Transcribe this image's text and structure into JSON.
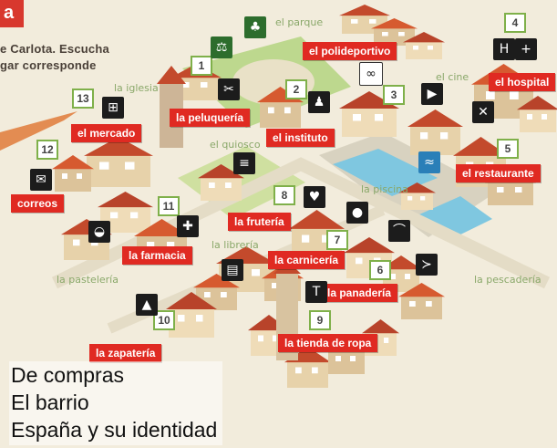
{
  "heading_letter": "a",
  "instructions": [
    "e Carlota. Escucha",
    "gar corresponde"
  ],
  "red_labels": [
    "el polideportivo",
    "el hospital",
    "la peluquería",
    "el instituto",
    "el mercado",
    "el restaurante",
    "correos",
    "la frutería",
    "la farmacia",
    "la carnicería",
    "la panadería",
    "la tienda de ropa",
    "la zapatería"
  ],
  "plain_labels": [
    "el parque",
    "la iglesia",
    "el cine",
    "el quiosco",
    "la piscina",
    "la librería",
    "la pastelería",
    "la pescadería"
  ],
  "numbers": [
    "1",
    "2",
    "3",
    "4",
    "5",
    "6",
    "7",
    "8",
    "9",
    "10",
    "11",
    "12",
    "13"
  ],
  "icons": [
    "seesaw-icon",
    "tree-icon",
    "olympic-rings-icon",
    "hospital-h-plus-icon",
    "scissors-icon",
    "walking-people-icon",
    "cinema-camera-icon",
    "cutlery-icon",
    "shopping-basket-icon",
    "envelope-icon",
    "book-icon",
    "swimmer-icon",
    "strawberry-icon",
    "meat-icon",
    "pharmacy-cross-icon",
    "cake-icon",
    "bread-icon",
    "fish-icon",
    "tshirt-icon",
    "shoe-icon",
    "newspaper-icon"
  ],
  "topics": [
    "De compras",
    "El barrio",
    "España y su identidad"
  ],
  "colors": {
    "label_red": "#e02a22",
    "number_border": "#7fb04a",
    "plain_label_green": "#8aa86a"
  }
}
